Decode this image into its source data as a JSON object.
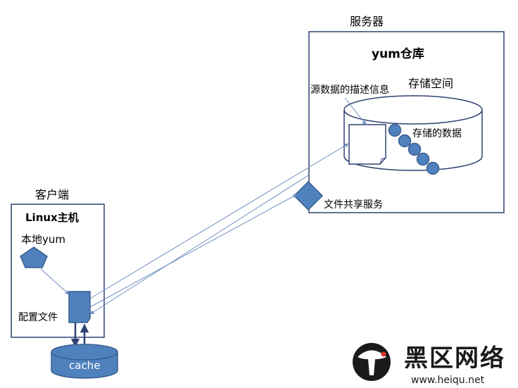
{
  "server": {
    "title": "服务器",
    "repo_title": "yum仓库",
    "storage_label": "存储空间",
    "metadata_label": "源数据的描述信息",
    "stored_data_label": "存储的数据",
    "share_service_label": "文件共享服务"
  },
  "client": {
    "title": "客户端",
    "host_title": "Linux主机",
    "local_yum_label": "本地yum",
    "config_file_label": "配置文件",
    "cache_label": "cache"
  },
  "watermark": {
    "brand_cn": "黑区网络",
    "url": "www.heiqu.net"
  },
  "colors": {
    "border": "#2f4271",
    "shape_fill": "#4f81bd",
    "shape_stroke": "#3a5f8f",
    "line": "#6d8ebf",
    "logo_dark": "#1a1a1a",
    "logo_accent": "#e0322b"
  }
}
